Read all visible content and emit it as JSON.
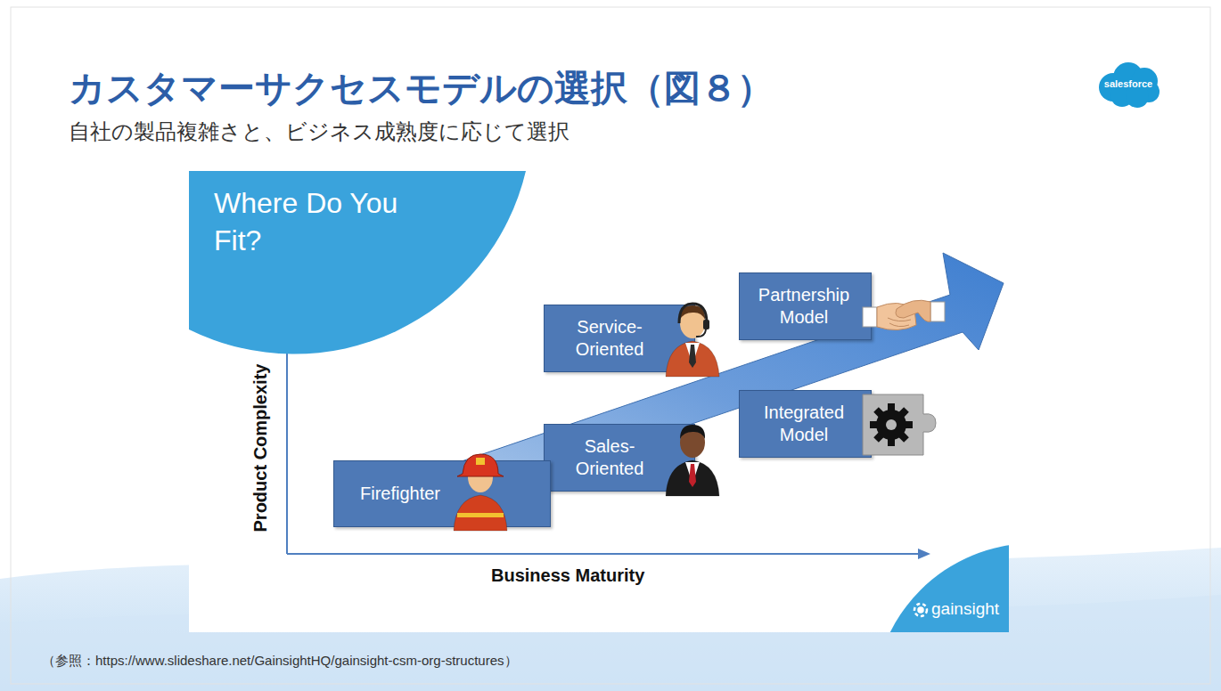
{
  "diagram": {
    "title": "カスタマーサクセスモデルの選択（図８）",
    "nodes": [
      {
        "text": [
          "Where Do You Fit?"
        ]
      },
      {
        "text": [
          "Partnership Model"
        ]
      },
      {
        "text": [
          "Service- Oriented"
        ]
      },
      {
        "text": [
          "Integrated Model"
        ]
      },
      {
        "text": [
          "Sales- Oriented"
        ]
      },
      {
        "text": [
          "Firefighter"
        ]
      }
    ],
    "labels": [
      "自社の製品複雑さと、ビジネス成熟度に応じて選択",
      "salesforce",
      "Product Complexity",
      "Business Maturity",
      "gainsight",
      "（参照：https://www.slideshare.net/GainsightHQ/gainsight-csm-org-structures）"
    ]
  }
}
